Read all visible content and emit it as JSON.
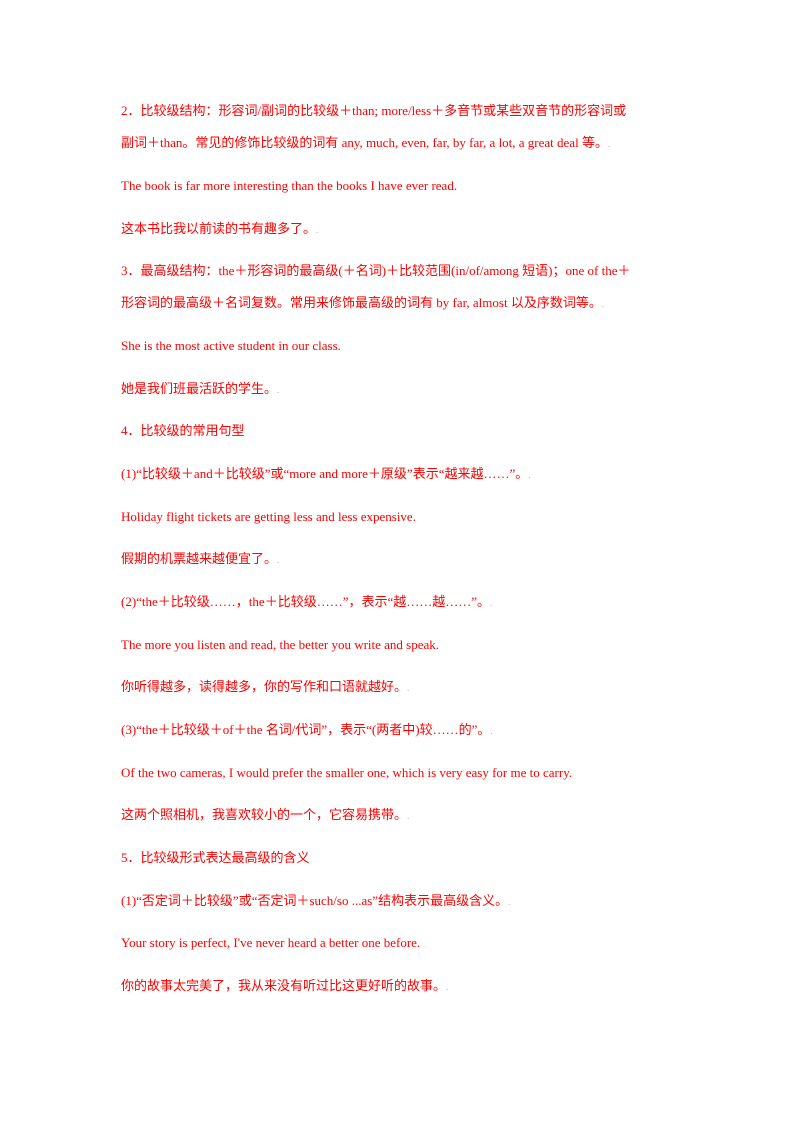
{
  "colors": {
    "text": "#ff0000",
    "paragraph_mark": "#b0b0b0",
    "background": "#ffffff"
  },
  "lines": [
    {
      "text": "2．比较级结构：形容词/副词的比较级＋than; more/less＋多音节或某些双音节的形容词或",
      "mark": ""
    },
    {
      "text": "副词＋than。常见的修饰比较级的词有 any, much, even, far, by far, a lot, a great deal 等。",
      "mark": "."
    },
    {
      "text": "The book is far more interesting than the books I have ever read.",
      "mark": ""
    },
    {
      "text": "这本书比我以前读的书有趣多了。",
      "mark": "."
    },
    {
      "text": "3．最高级结构：the＋形容词的最高级(＋名词)＋比较范围(in/of/among 短语)；one of the＋",
      "mark": ""
    },
    {
      "text": "形容词的最高级＋名词复数。常用来修饰最高级的词有 by far, almost 以及序数词等。",
      "mark": "."
    },
    {
      "text": "She is the most active student in our class.",
      "mark": ""
    },
    {
      "text": "她是我们班最活跃的学生。",
      "mark": "."
    },
    {
      "text": "4．比较级的常用句型",
      "mark": ""
    },
    {
      "text": "(1)“比较级＋and＋比较级”或“more and more＋原级”表示“越来越……”。",
      "mark": "."
    },
    {
      "text": "Holiday flight tickets are getting less and less expensive.",
      "mark": ""
    },
    {
      "text": "假期的机票越来越便宜了。",
      "mark": "."
    },
    {
      "text": "(2)“the＋比较级……，the＋比较级……”，表示“越……越……”。",
      "mark": "."
    },
    {
      "text": "The more you listen and read, the better you write and speak.",
      "mark": ""
    },
    {
      "text": "你听得越多，读得越多，你的写作和口语就越好。",
      "mark": "."
    },
    {
      "text": "(3)“the＋比较级＋of＋the 名词/代词”，表示“(两者中)较……的”。",
      "mark": "."
    },
    {
      "text": "Of the two cameras, I would prefer the smaller one, which is very easy for me to carry.",
      "mark": ""
    },
    {
      "text": "这两个照相机，我喜欢较小的一个，它容易携带。",
      "mark": "."
    },
    {
      "text": "5．比较级形式表达最高级的含义",
      "mark": ""
    },
    {
      "text": "(1)“否定词＋比较级”或“否定词＋such/so ...as”结构表示最高级含义。",
      "mark": "."
    },
    {
      "text": "Your story is perfect, I've never heard a better one before.",
      "mark": ""
    },
    {
      "text": "你的故事太完美了，我从来没有听过比这更好听的故事。",
      "mark": "."
    }
  ]
}
